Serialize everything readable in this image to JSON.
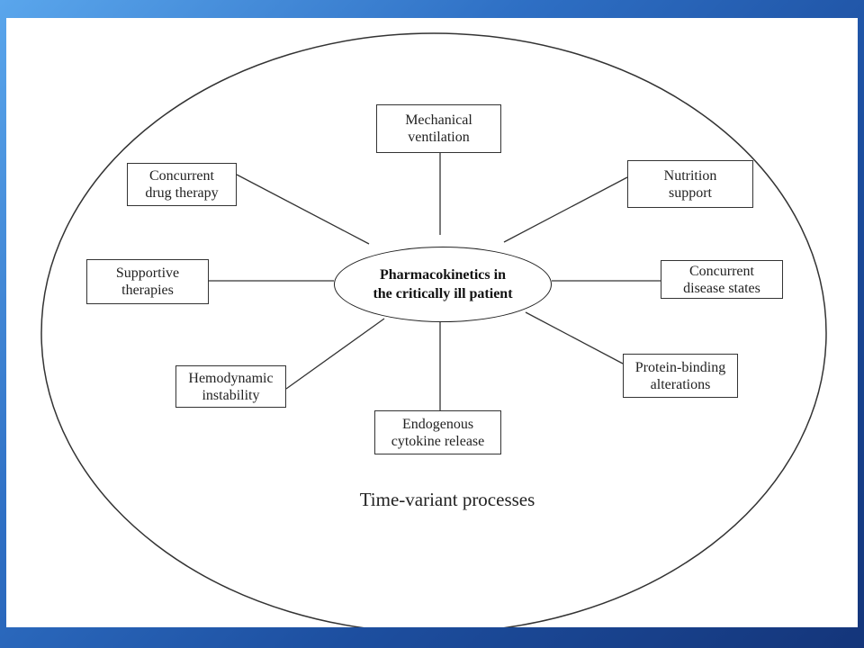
{
  "diagram": {
    "center": {
      "label": "Pharmacokinetics in\nthe critically ill patient"
    },
    "nodes": [
      {
        "id": "mechanical-ventilation",
        "label": "Mechanical\nventilation"
      },
      {
        "id": "nutrition-support",
        "label": "Nutrition\nsupport"
      },
      {
        "id": "concurrent-disease-states",
        "label": "Concurrent\ndisease states"
      },
      {
        "id": "protein-binding-alterations",
        "label": "Protein-binding\nalterations"
      },
      {
        "id": "endogenous-cytokine-release",
        "label": "Endogenous\ncytokine release"
      },
      {
        "id": "hemodynamic-instability",
        "label": "Hemodynamic\ninstability"
      },
      {
        "id": "supportive-therapies",
        "label": "Supportive\ntherapies"
      },
      {
        "id": "concurrent-drug-therapy",
        "label": "Concurrent\ndrug therapy"
      }
    ],
    "footer": "Time-variant processes"
  },
  "colors": {
    "background_blue": "#1d4fa0",
    "line": "#333333"
  }
}
